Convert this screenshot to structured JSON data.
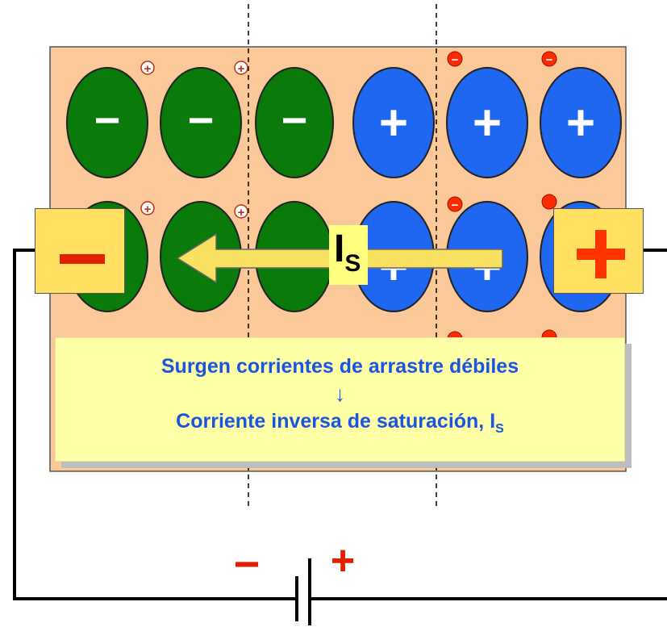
{
  "diagram": {
    "p_region_sign": "−",
    "n_region_sign": "+",
    "electron_sign": "−",
    "hole_sign": "+",
    "terminal_left_sign": "−",
    "terminal_right_sign": "+",
    "current_label": "I",
    "current_subscript": "S",
    "battery_minus": "−",
    "battery_plus": "+",
    "caption": {
      "line1": "Surgen corrientes de arrastre débiles",
      "arrow": "↓",
      "line2": "Corriente inversa de saturación, I",
      "line2_subscript": "S"
    },
    "colors": {
      "background_panel": "#fbc89a",
      "acceptor_ion": "#0a7a0a",
      "donor_ion": "#1f66f0",
      "hole_carrier": "#ffffff",
      "electron_carrier": "#ff2a00",
      "terminal_box": "#ffe060",
      "terminal_minus": "#e02000",
      "terminal_plus": "#ff3300",
      "arrow_fill": "#f8e060",
      "caption_text": "#1a55e0"
    }
  }
}
